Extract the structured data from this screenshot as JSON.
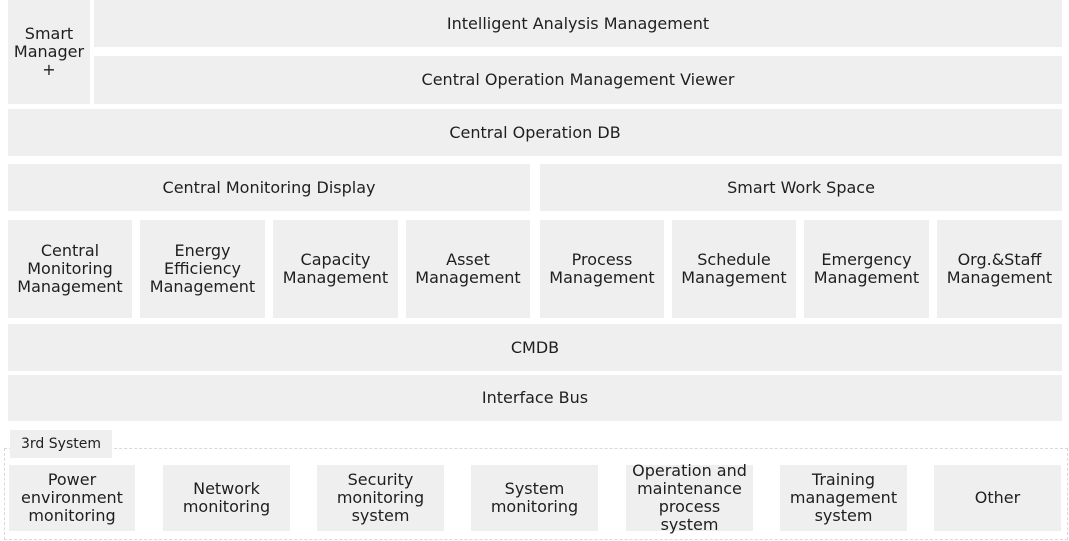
{
  "smart_manager": "Smart\nManager\n+",
  "layers": {
    "intelligent_analysis": "Intelligent Analysis Management",
    "central_viewer": "Central Operation Management Viewer",
    "central_db": "Central Operation DB",
    "central_monitoring_display": "Central Monitoring Display",
    "smart_work_space": "Smart Work Space",
    "cmdb": "CMDB",
    "interface_bus": "Interface Bus"
  },
  "modules": [
    "Central\nMonitoring\nManagement",
    "Energy\nEfficiency\nManagement",
    "Capacity\nManagement",
    "Asset\nManagement",
    "Process\nManagement",
    "Schedule\nManagement",
    "Emergency\nManagement",
    "Org.&Staff\nManagement"
  ],
  "third_system": {
    "label": "3rd System",
    "items": [
      "Power\nenvironment\nmonitoring",
      "Network\nmonitoring",
      "Security\nmonitoring\nsystem",
      "System\nmonitoring",
      "Operation and\nmaintenance\nprocess system",
      "Training\nmanagement\nsystem",
      "Other"
    ]
  }
}
